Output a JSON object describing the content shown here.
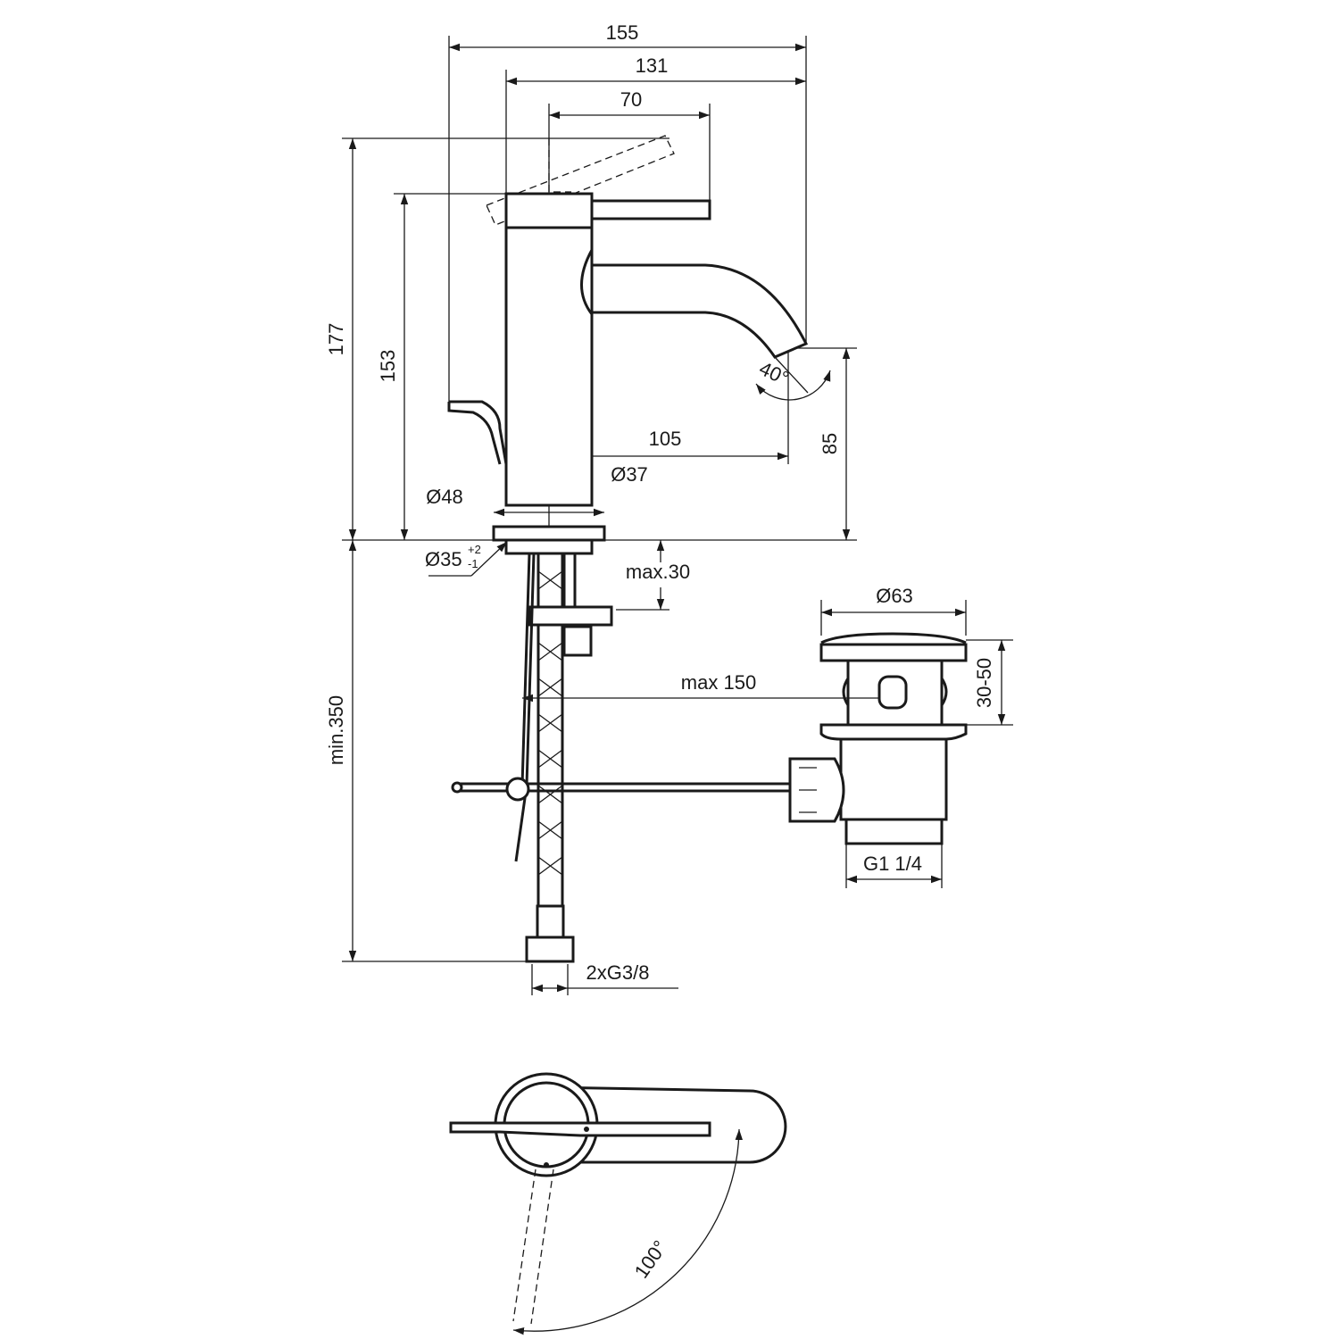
{
  "title": "Basin mixer technical drawing",
  "dimensions": {
    "overall_width": "155",
    "spout_projection": "131",
    "handle_length": "70",
    "overall_height": "177",
    "body_height": "153",
    "spout_reach": "105",
    "body_diameter": "Ø37",
    "base_diameter": "Ø48",
    "spout_height": "85",
    "hole_diameter": "Ø35",
    "hole_tol_plus": "+2",
    "hole_tol_minus": "-1",
    "deck_thickness": "max.30",
    "waste_diameter": "Ø63",
    "waste_range": "30-50",
    "rod_length": "max 150",
    "pipe_length": "min.350",
    "waste_thread": "G1 1/4",
    "supply_thread": "2xG3/8",
    "spout_angle": "40°",
    "handle_rotation": "100°"
  }
}
